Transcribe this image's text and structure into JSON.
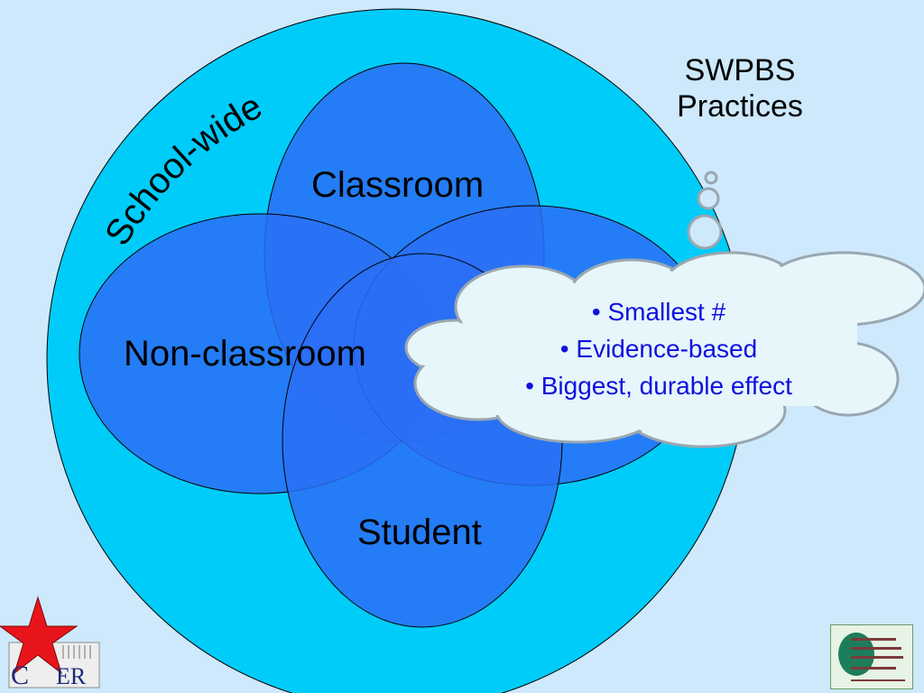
{
  "diagram": {
    "title_line1": "SWPBS",
    "title_line2": "Practices",
    "outer_label": "School-wide",
    "classroom_label": "Classroom",
    "nonclassroom_label": "Non-classroom",
    "student_label": "Student",
    "cloud_items": [
      "Smallest #",
      "Evidence-based",
      "Biggest, durable effect"
    ]
  },
  "logos": {
    "osep_icon": "osep-star-logo",
    "osep_letters": "C",
    "osep_letters2": "ER",
    "pbis_icon": "pbis-center-logo"
  },
  "colors": {
    "background": "#cde9fb",
    "outer_circle": "#00ccfa",
    "ellipse_fill": "#2a6ff5",
    "cloud_fill": "#e6f6fb",
    "cloud_text": "#1010e0",
    "star": "#e8141b"
  }
}
